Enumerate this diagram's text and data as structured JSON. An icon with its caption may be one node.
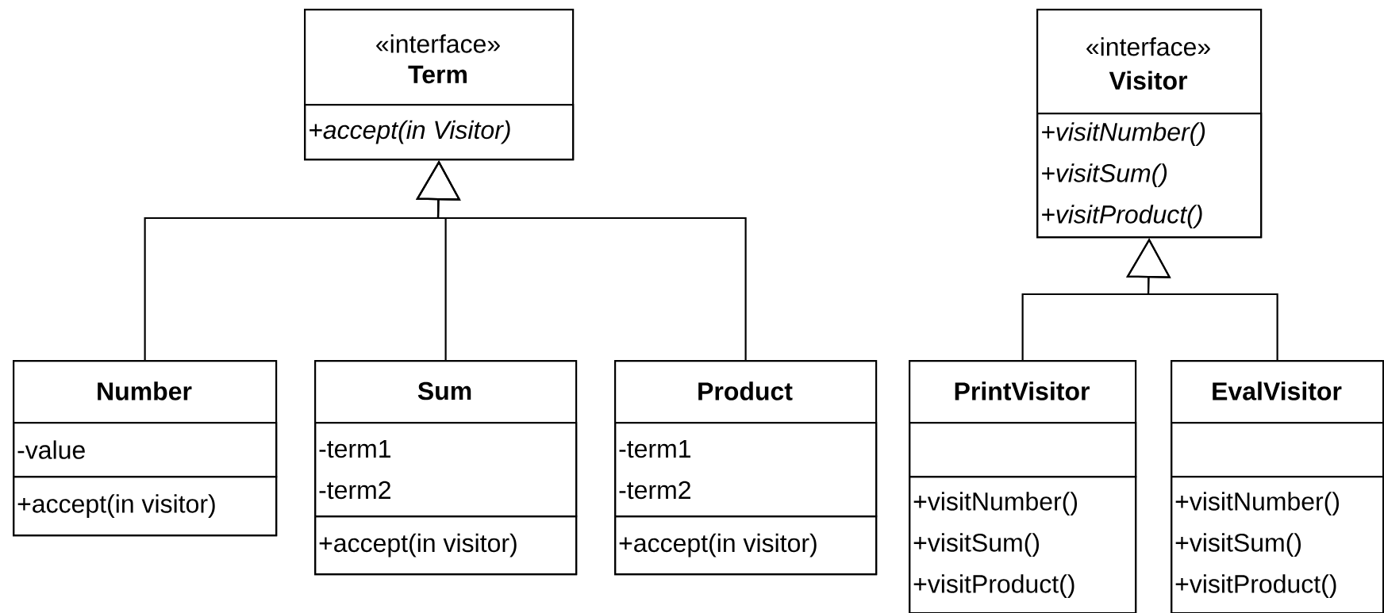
{
  "diagram": {
    "nodes": [
      {
        "text": [
          "«interface»",
          "Term"
        ]
      },
      {
        "text": [
          "+accept(in Visitor)"
        ],
        "in": 0
      },
      {
        "text": [
          "«interface»",
          "Visitor"
        ]
      },
      {
        "text": [
          "+visitNumber()",
          "+visitSum()",
          "+visitProduct()"
        ],
        "in": 2
      },
      {
        "text": [
          "Number"
        ]
      },
      {
        "text": [
          "-value"
        ],
        "in": 4
      },
      {
        "text": [
          "+accept(in visitor)"
        ],
        "in": 4
      },
      {
        "text": [
          "Sum"
        ]
      },
      {
        "text": [
          "-term1",
          "-term2"
        ],
        "in": 7
      },
      {
        "text": [
          "+accept(in visitor)"
        ],
        "in": 7
      },
      {
        "text": [
          "Product"
        ]
      },
      {
        "text": [
          "-term1",
          "-term2"
        ],
        "in": 10
      },
      {
        "text": [
          "+accept(in visitor)"
        ],
        "in": 10
      },
      {
        "text": [
          "PrintVisitor"
        ]
      },
      {
        "text": [],
        "shape": "box",
        "in": 13
      },
      {
        "text": [
          "+visitNumber()",
          "+visitSum()",
          "+visitProduct()"
        ],
        "in": 13
      },
      {
        "text": [
          "EvalVisitor"
        ]
      },
      {
        "text": [],
        "shape": "box",
        "in": 16
      },
      {
        "text": [
          "+visitNumber()",
          "+visitSum()",
          "+visitProduct()"
        ],
        "in": 16
      }
    ],
    "edges": [
      {
        "from": 4,
        "to": 0,
        "arrow": "to"
      },
      {
        "from": 7,
        "to": 0,
        "arrow": "to"
      },
      {
        "from": 10,
        "to": 0,
        "arrow": "to"
      },
      {
        "from": 13,
        "to": 2,
        "arrow": "to"
      },
      {
        "from": 16,
        "to": 2,
        "arrow": "to"
      }
    ]
  }
}
